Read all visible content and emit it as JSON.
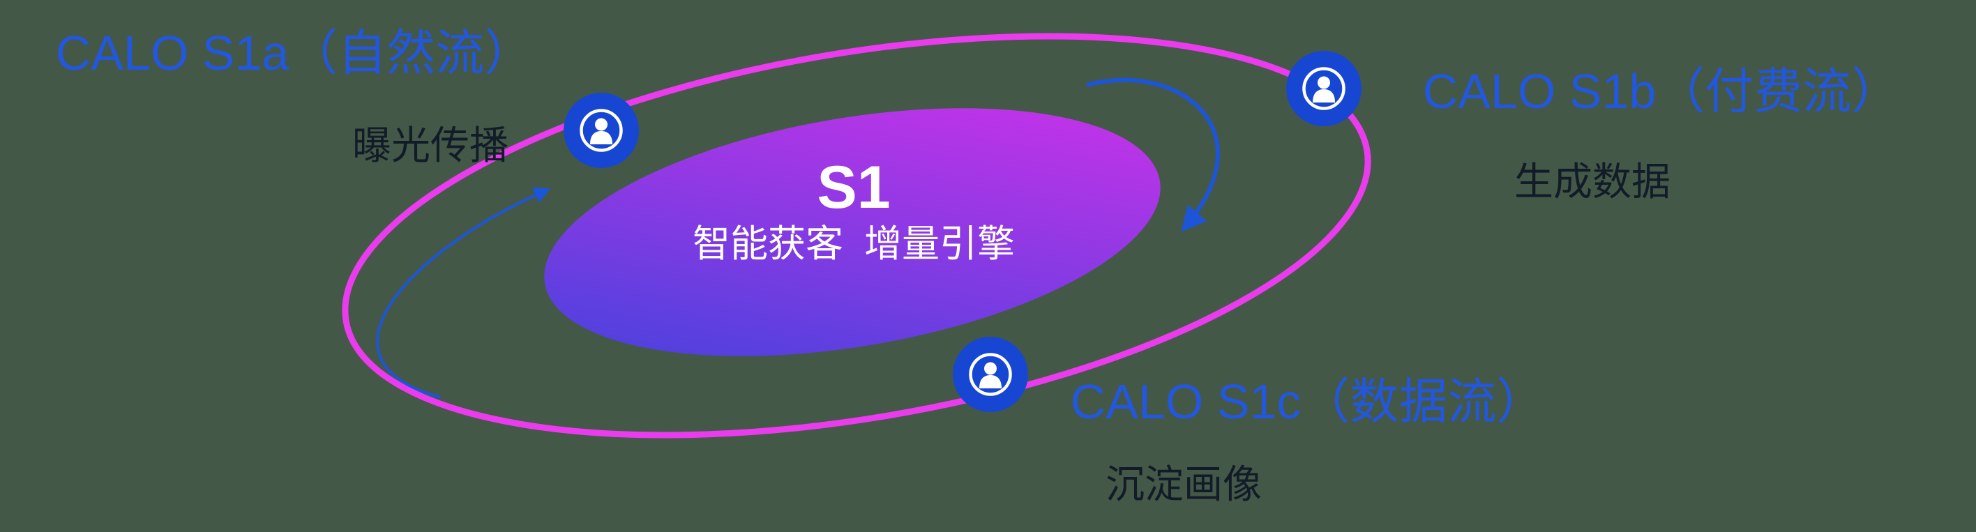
{
  "canvas": {
    "background_color": "#445847"
  },
  "colors": {
    "node_title_blue": "#2257de",
    "node_subtitle_dark": "#121c28",
    "orbit_magenta": "#ea3cee",
    "icon_blue": "#1747d2",
    "icon_glyph_white": "#ffffff",
    "arrow_blue": "#1d55d8",
    "core_gradient_start": "#3d43dc",
    "core_gradient_end": "#d431ea",
    "core_text_white": "#ffffff"
  },
  "core": {
    "title": "S1",
    "subtitle": "智能获客  增量引擎"
  },
  "nodes": [
    {
      "id": "s1a",
      "title": "CALO S1a（自然流）",
      "subtitle": "曝光传播",
      "icon": "user-icon"
    },
    {
      "id": "s1b",
      "title": "CALO S1b（付费流）",
      "subtitle": "生成数据",
      "icon": "user-icon"
    },
    {
      "id": "s1c",
      "title": "CALO S1c（数据流）",
      "subtitle": "沉淀画像",
      "icon": "user-icon"
    }
  ]
}
